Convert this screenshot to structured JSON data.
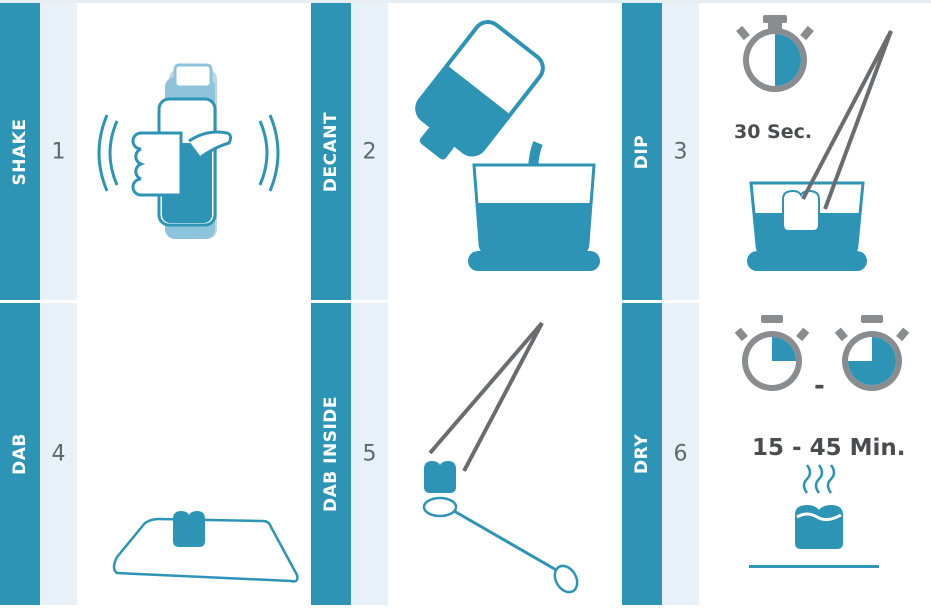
{
  "steps": [
    {
      "number": "1",
      "label": "SHAKE"
    },
    {
      "number": "2",
      "label": "DECANT"
    },
    {
      "number": "3",
      "label": "DIP",
      "time_label": "30 Sec."
    },
    {
      "number": "4",
      "label": "DAB"
    },
    {
      "number": "5",
      "label": "DAB INSIDE"
    },
    {
      "number": "6",
      "label": "DRY",
      "dash": "-",
      "time_label": "15 - 45 Min."
    }
  ],
  "colors": {
    "accent": "#2e94b6",
    "light_panel": "#e8f1f7",
    "timer_gray": "#8a8d90",
    "text_dark": "#4a4d50"
  },
  "icons": [
    "shake-bottle-icon",
    "decant-icon",
    "dip-tweezers-icon",
    "timer-icon",
    "dab-cloth-icon",
    "dab-swab-icon",
    "dry-steam-icon"
  ]
}
